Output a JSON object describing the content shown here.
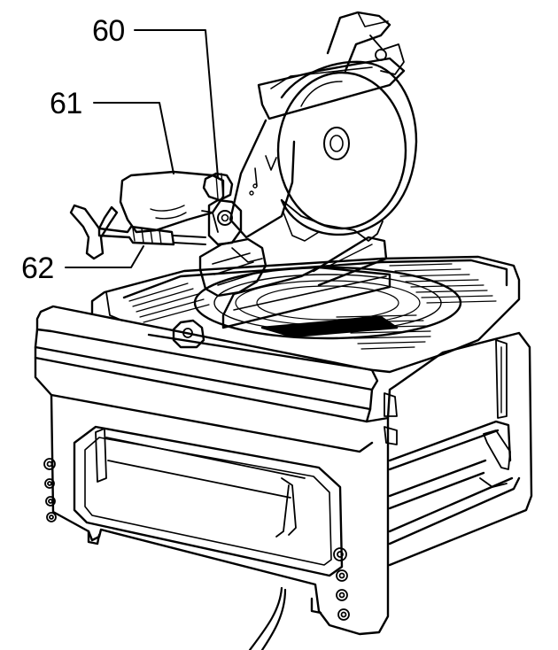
{
  "callouts": {
    "c60": "60",
    "c61": "61",
    "c62": "62"
  },
  "line_color": "#000000",
  "background": "#ffffff"
}
